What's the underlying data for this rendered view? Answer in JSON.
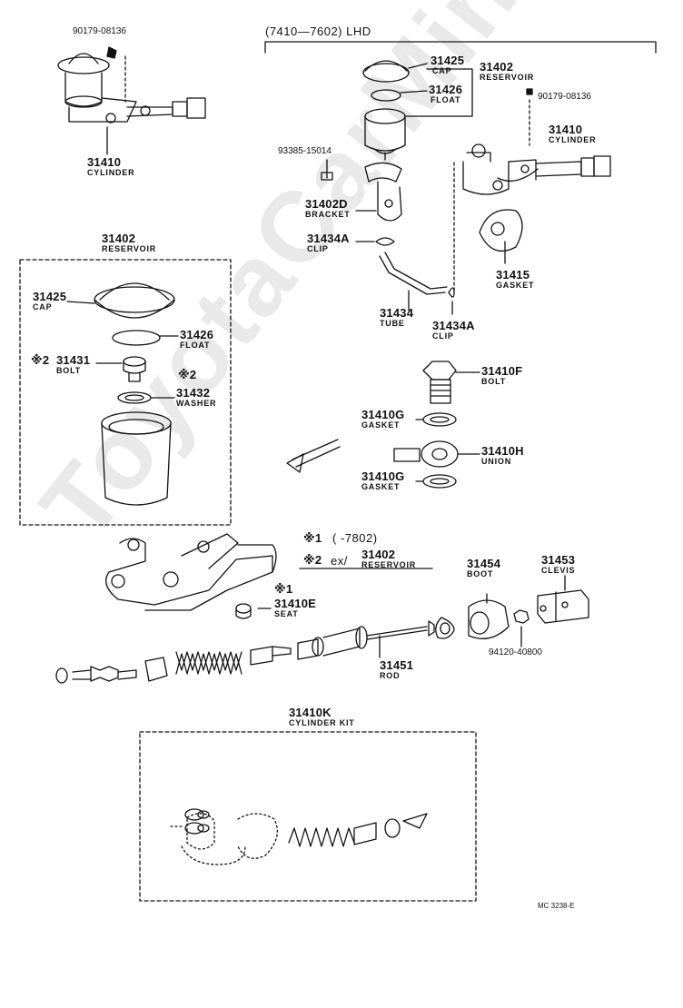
{
  "watermark": "ToyotaCarMine.ru",
  "header": {
    "range": "(7410—7602) LHD"
  },
  "top_left": {
    "bolt_part": "90179-08136",
    "cylinder_num": "31410",
    "cylinder_name": "CYLINDER"
  },
  "lhd": {
    "cap_num": "31425",
    "cap_name": "CAP",
    "reservoir_num": "31402",
    "reservoir_name": "RESERVOIR",
    "float_num": "31426",
    "float_name": "FLOAT",
    "bolt_part": "90179-08136",
    "screw_part": "93385-15014",
    "cylinder_num": "31410",
    "cylinder_name": "CYLINDER",
    "bracket_num": "31402D",
    "bracket_name": "BRACKET",
    "clip_num": "31434A",
    "clip_name": "CLIP",
    "gasket_num": "31415",
    "gasket_name": "GASKET",
    "tube_num": "31434",
    "tube_name": "TUBE",
    "clip2_num": "31434A",
    "clip2_name": "CLIP"
  },
  "reservoir_box": {
    "num": "31402",
    "name": "RESERVOIR",
    "cap_num": "31425",
    "cap_name": "CAP",
    "float_num": "31426",
    "float_name": "FLOAT",
    "bolt_mark": "※2",
    "bolt_num": "31431",
    "bolt_name": "BOLT",
    "mark2": "※2",
    "washer_num": "31432",
    "washer_name": "WASHER"
  },
  "union_group": {
    "bolt_num": "31410F",
    "bolt_name": "BOLT",
    "gasket_num": "31410G",
    "gasket_name": "GASKET",
    "union_num": "31410H",
    "union_name": "UNION",
    "gasket2_num": "31410G",
    "gasket2_name": "GASKET"
  },
  "notes": {
    "n1_mark": "※1",
    "n1_text": "(      -7802)",
    "n2_mark": "※2",
    "n2_text": "ex/",
    "n2_num": "31402",
    "n2_name": "RESERVOIR"
  },
  "main": {
    "seat_mark": "※1",
    "seat_num": "31410E",
    "seat_name": "SEAT",
    "boot_num": "31454",
    "boot_name": "BOOT",
    "clevis_num": "31453",
    "clevis_name": "CLEVIS",
    "nut_part": "94120-40800",
    "rod_num": "31451",
    "rod_name": "ROD"
  },
  "kit": {
    "num": "31410K",
    "name": "CYLINDER KIT"
  },
  "footer": {
    "code": "MC 3238-E"
  }
}
